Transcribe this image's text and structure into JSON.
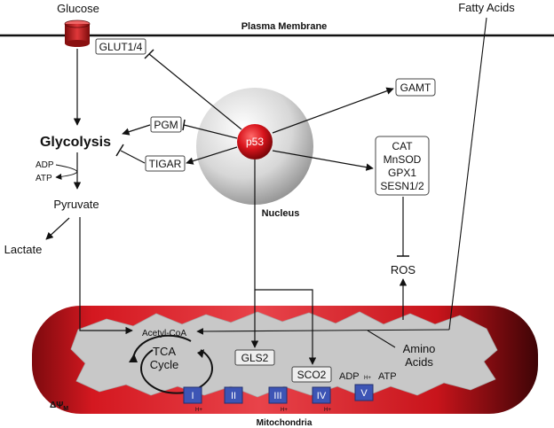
{
  "labels": {
    "glucose": "Glucose",
    "fatty_acids": "Fatty Acids",
    "plasma_membrane": "Plasma Membrane",
    "glut": "GLUT1/4",
    "glycolysis": "Glycolysis",
    "pgm": "PGM",
    "tigar": "TIGAR",
    "adp": "ADP",
    "atp": "ATP",
    "pyruvate": "Pyruvate",
    "lactate": "Lactate",
    "p53": "p53",
    "nucleus": "Nucleus",
    "gamt": "GAMT",
    "antioxidants": [
      "CAT",
      "MnSOD",
      "GPX1",
      "SESN1/2"
    ],
    "ros": "ROS",
    "acetyl_coa": "Acetyl-CoA",
    "tca_line1": "TCA",
    "tca_line2": "Cycle",
    "gls2": "GLS2",
    "sco2": "SCO2",
    "mito_adp": "ADP",
    "mito_atp": "ATP",
    "amino_line1": "Amino",
    "amino_line2": "Acids",
    "membrane_potential": "ΔΨ",
    "membrane_potential_sub": "M",
    "mitochondria": "Mitochondria",
    "proton": "H+"
  },
  "complexes": [
    "I",
    "II",
    "III",
    "IV",
    "V"
  ],
  "colors": {
    "mito_red": "#c0121a",
    "mito_dark": "#4a0608",
    "matrix_grey": "#c9c9c9",
    "complex_blue": "#3d55b5",
    "p53_red": "#d8141c",
    "transporter_red": "#b81a1a"
  }
}
